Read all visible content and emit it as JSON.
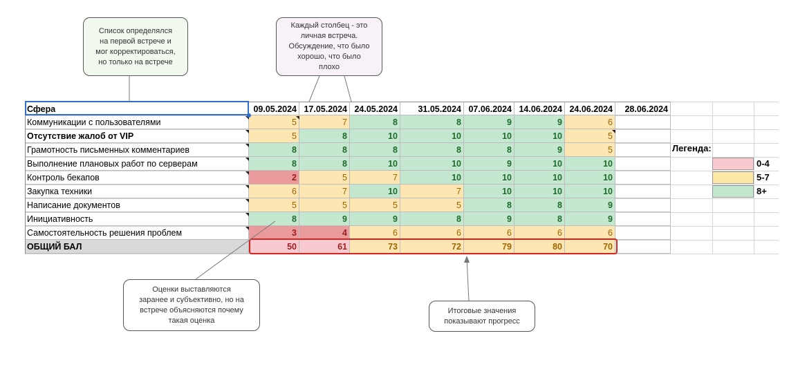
{
  "callouts": {
    "list": [
      "Список определялся",
      "на первой встрече и",
      "мог корректироваться,",
      "но только на встрече"
    ],
    "columns": [
      "Каждый столбец - это",
      "личная встреча.",
      "Обсуждение, что было",
      "хорошо, что было",
      "плохо"
    ],
    "scores": [
      "Оценки выставляются",
      "заранее и субъективно, но на",
      "встрече объясняются почему",
      "такая оценка"
    ],
    "totals": [
      "Итоговые значения",
      "показывают прогресс"
    ]
  },
  "table": {
    "header_label": "Сфера",
    "dates": [
      "09.05.2024",
      "17.05.2024",
      "24.05.2024",
      "31.05.2024",
      "07.06.2024",
      "14.06.2024",
      "24.06.2024",
      "28.06.2024"
    ],
    "rows": [
      {
        "label": "Коммуникации с пользователями",
        "bold": false,
        "values": [
          5,
          7,
          8,
          8,
          9,
          9,
          6
        ]
      },
      {
        "label": "Отсутствие жалоб от VIP",
        "bold": true,
        "values": [
          5,
          8,
          10,
          10,
          10,
          10,
          5
        ]
      },
      {
        "label": "Грамотность письменных комментариев",
        "bold": false,
        "values": [
          8,
          8,
          8,
          8,
          8,
          9,
          5
        ]
      },
      {
        "label": "Выполнение плановых работ по серверам",
        "bold": false,
        "values": [
          8,
          8,
          10,
          10,
          9,
          10,
          10
        ]
      },
      {
        "label": "Контроль бекапов",
        "bold": false,
        "values": [
          2,
          5,
          7,
          10,
          10,
          10,
          10
        ]
      },
      {
        "label": "Закупка техники",
        "bold": false,
        "values": [
          6,
          7,
          10,
          7,
          10,
          10,
          10
        ]
      },
      {
        "label": "Написание документов",
        "bold": false,
        "values": [
          5,
          5,
          5,
          5,
          8,
          8,
          9
        ]
      },
      {
        "label": "Инициативность",
        "bold": false,
        "values": [
          8,
          9,
          9,
          8,
          9,
          8,
          9
        ]
      },
      {
        "label": "Самостоятельность решения проблем",
        "bold": false,
        "values": [
          3,
          4,
          6,
          6,
          6,
          6,
          6
        ]
      }
    ],
    "total": {
      "label": "ОБЩИЙ БАЛ",
      "values": [
        50,
        61,
        73,
        72,
        79,
        80,
        70
      ]
    }
  },
  "legend": {
    "title": "Легенда:",
    "items": [
      {
        "label": "0-4",
        "color": "#f8c9cf"
      },
      {
        "label": "5-7",
        "color": "#fde9a6"
      },
      {
        "label": "8+",
        "color": "#c4e7cf"
      }
    ]
  },
  "colors": {
    "bad_strong": "#e99a9a",
    "bad_light": "#f8c9cf",
    "mid": "#fde6b2",
    "good": "#c4e7cf",
    "text_bad": "#9b1c1c",
    "text_mid": "#9c6500",
    "text_good": "#1f6b2b",
    "total_label_bg": "#d9d9d9",
    "highlight_border": "#d8231f"
  }
}
